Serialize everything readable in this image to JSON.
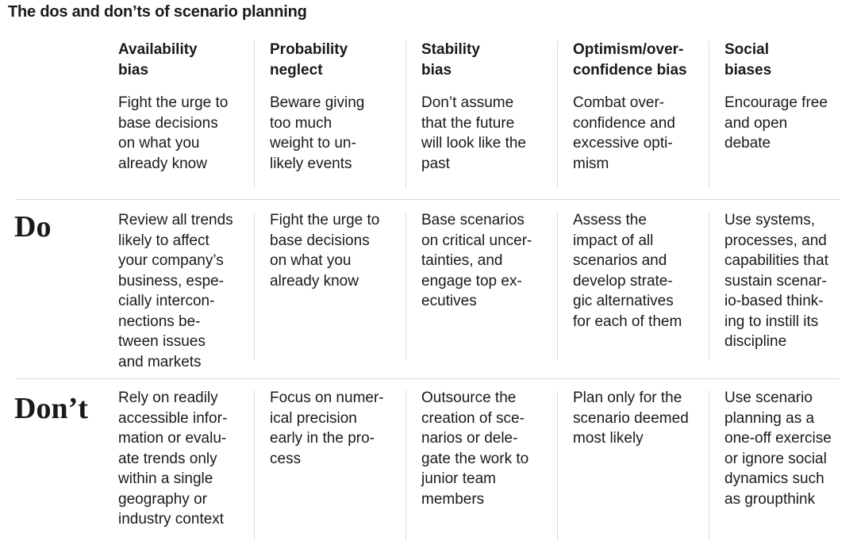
{
  "title": "The dos and don’ts of scenario planning",
  "columns": [
    {
      "header": [
        "Availability",
        "bias"
      ],
      "description": [
        "Fight the urge to",
        "base decisions",
        "on what you",
        "already know"
      ]
    },
    {
      "header": [
        "Probability",
        "neglect"
      ],
      "description": [
        "Beware giving",
        "too much",
        "weight to un-",
        "likely events"
      ]
    },
    {
      "header": [
        "Stability",
        "bias"
      ],
      "description": [
        "Don’t assume",
        "that the future",
        "will look like the",
        "past"
      ]
    },
    {
      "header": [
        "Optimism/over-",
        "confidence bias"
      ],
      "description": [
        "Combat over-",
        "confidence and",
        "excessive opti-",
        "mism"
      ]
    },
    {
      "header": [
        "Social",
        "biases"
      ],
      "description": [
        "Encourage free",
        "and open",
        "debate"
      ]
    }
  ],
  "rows": [
    {
      "label": "Do",
      "cells": [
        [
          "Review all trends",
          "likely to affect",
          "your company’s",
          "business, espe-",
          "cially intercon-",
          "nections be-",
          "tween issues",
          "and markets"
        ],
        [
          "Fight the urge to",
          "base decisions",
          "on what you",
          "already know"
        ],
        [
          "Base scenarios",
          "on critical uncer-",
          "tainties, and",
          "engage top ex-",
          "ecutives"
        ],
        [
          "Assess the",
          "impact of all",
          "scenarios and",
          "develop strate-",
          "gic alternatives",
          "for each of them"
        ],
        [
          "Use systems,",
          "processes, and",
          "capabilities that",
          "sustain scenar-",
          "io-based think-",
          "ing to instill its",
          "discipline"
        ]
      ]
    },
    {
      "label": "Don’t",
      "cells": [
        [
          "Rely on readily",
          "accessible infor-",
          "mation or evalu-",
          "ate trends only",
          "within a single",
          "geography or",
          "industry context"
        ],
        [
          "Focus on numer-",
          "ical precision",
          "early in the pro-",
          "cess"
        ],
        [
          "Outsource the",
          "creation of sce-",
          "narios or dele-",
          "gate the work to",
          "junior team",
          "members"
        ],
        [
          "Plan only for the",
          "scenario deemed",
          "most likely"
        ],
        [
          "Use scenario",
          "planning as a",
          "one-off exercise",
          "or ignore social",
          "dynamics such",
          "as groupthink"
        ]
      ]
    }
  ]
}
